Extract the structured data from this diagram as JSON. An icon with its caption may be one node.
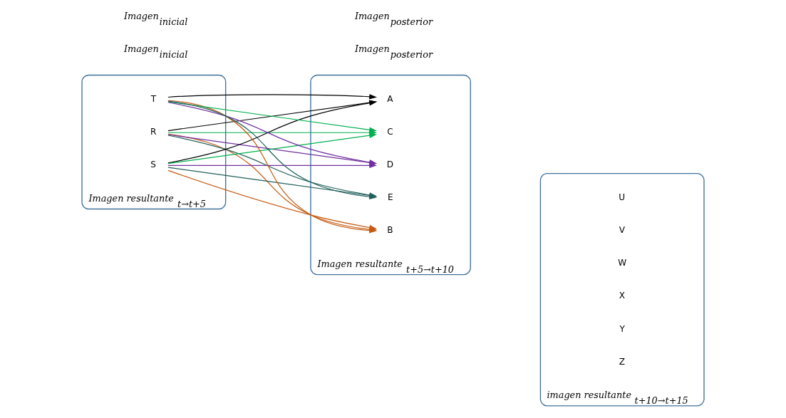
{
  "diagram": {
    "nodes": [
      {
        "text": [],
        "shape": "ellipse",
        "beside": [
          "Imagen resultante $_{t→t+5}$"
        ]
      },
      {
        "text": [
          "R"
        ],
        "in": 0
      },
      {
        "text": [
          "S"
        ],
        "in": 0
      },
      {
        "text": [
          "T"
        ],
        "in": 0
      },
      {
        "text": [],
        "shape": "ellipse",
        "beside": [
          "Imagen resultante $_{t+5→t+10}$"
        ]
      },
      {
        "text": [
          "A"
        ],
        "in": 4
      },
      {
        "text": [
          "B"
        ],
        "in": 4
      },
      {
        "text": [
          "C"
        ],
        "in": 4
      },
      {
        "text": [
          "D"
        ],
        "in": 4
      },
      {
        "text": [
          "E"
        ],
        "in": 4
      },
      {
        "text": [],
        "shape": "ellipse",
        "beside": [
          "imagen resultante $_{t+10→t+15}$"
        ]
      },
      {
        "text": [
          "U"
        ],
        "in": 10
      },
      {
        "text": [
          "V"
        ],
        "in": 10
      },
      {
        "text": [
          "W"
        ],
        "in": 10
      },
      {
        "text": [
          "X"
        ],
        "in": 10
      },
      {
        "text": [
          "Y"
        ],
        "in": 10
      },
      {
        "text": [
          "Z"
        ],
        "in": 10
      }
    ],
    "edges": [
      {
        "from": 1,
        "to": 5,
        "arrow": "to",
        "color": "#000000"
      },
      {
        "from": 1,
        "to": 6,
        "arrow": "to",
        "color": "#c55a11"
      },
      {
        "from": 1,
        "to": 7,
        "arrow": "to",
        "color": "#00b050"
      },
      {
        "from": 1,
        "to": 8,
        "arrow": "to",
        "color": "#7030a0"
      },
      {
        "from": 1,
        "to": 9,
        "arrow": "to",
        "color": "#215f5a"
      },
      {
        "from": 2,
        "to": 5,
        "arrow": "to",
        "color": "#000000"
      },
      {
        "from": 2,
        "to": 6,
        "arrow": "to",
        "color": "#c55a11"
      },
      {
        "from": 2,
        "to": 7,
        "arrow": "to",
        "color": "#00b050"
      },
      {
        "from": 2,
        "to": 8,
        "arrow": "to",
        "color": "#7030a0"
      },
      {
        "from": 2,
        "to": 9,
        "arrow": "to",
        "color": "#215f5a"
      },
      {
        "from": 3,
        "to": 5,
        "arrow": "to",
        "color": "#000000"
      },
      {
        "from": 3,
        "to": 6,
        "arrow": "to",
        "color": "#c55a11"
      },
      {
        "from": 3,
        "to": 7,
        "arrow": "to",
        "color": "#00b050"
      },
      {
        "from": 3,
        "to": 8,
        "arrow": "to",
        "color": "#7030a0"
      },
      {
        "from": 3,
        "to": 9,
        "arrow": "to",
        "color": "#215f5a"
      }
    ],
    "labels": [
      "Imagen$_{inicial}$",
      "Imagen$_{posterior}$",
      "Imagen$_{inicial}$",
      "Imagen$_{posterior}$"
    ]
  }
}
